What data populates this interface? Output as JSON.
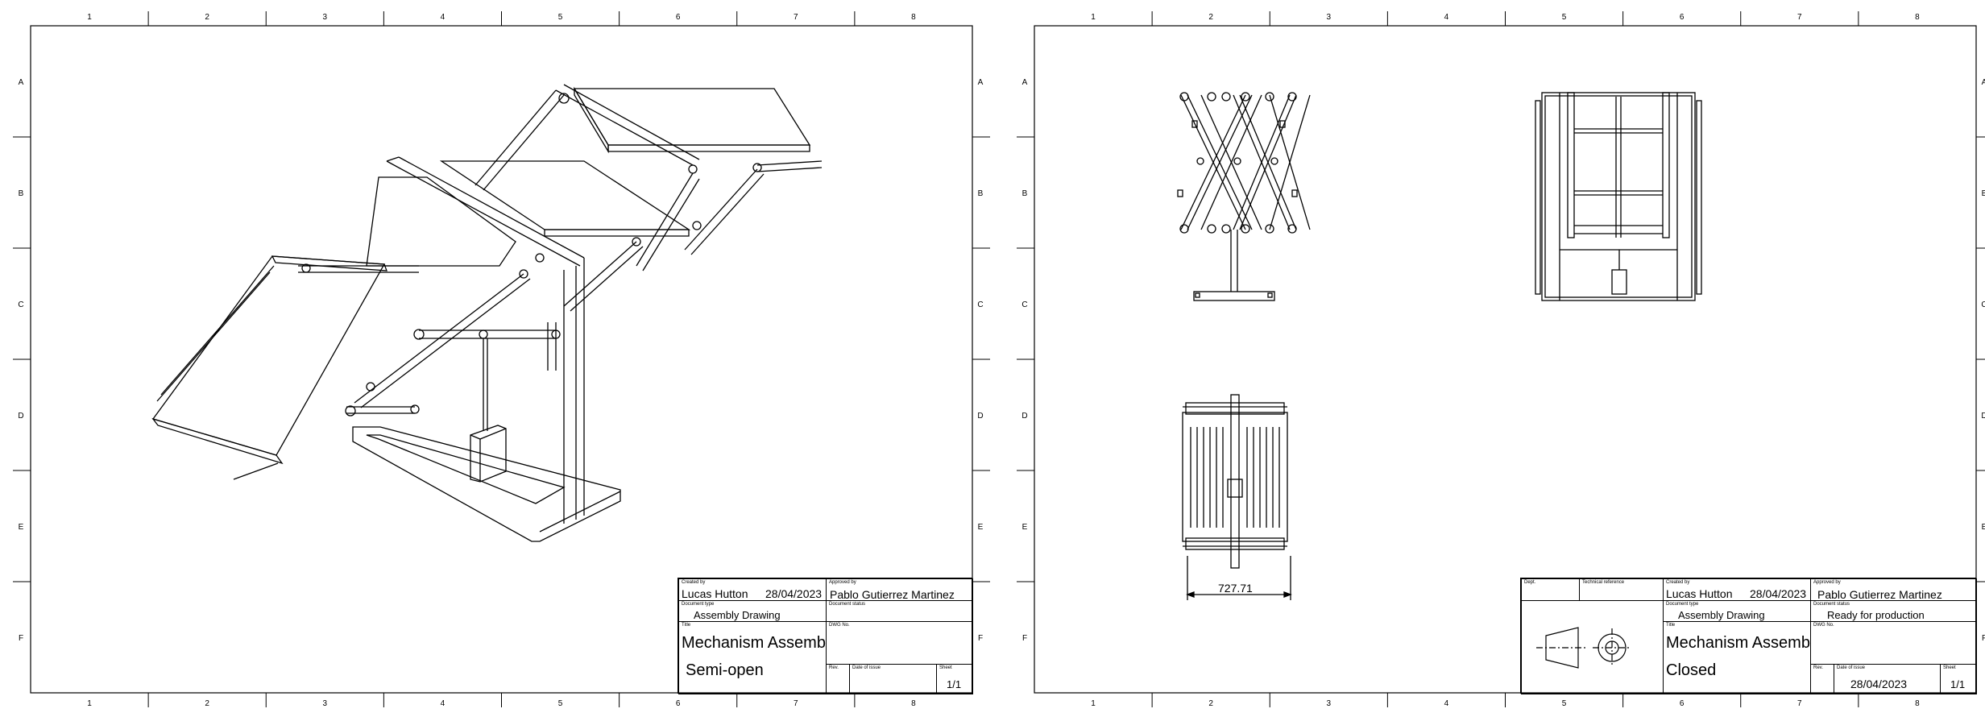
{
  "zones": {
    "columns": [
      "1",
      "2",
      "3",
      "4",
      "5",
      "6",
      "7",
      "8"
    ],
    "rows": [
      "A",
      "B",
      "C",
      "D",
      "E",
      "F"
    ]
  },
  "labels": {
    "created_by": "Created by",
    "approved_by": "Approved by",
    "document_type": "Document type",
    "document_status": "Document status",
    "title": "Title",
    "dwg_no": "DWG No.",
    "rev": "Rev.",
    "date_of_issue": "Date of issue",
    "sheet": "Sheet",
    "dept": "Dept.",
    "technical_reference": "Technical reference"
  },
  "sheet1": {
    "created_by": "Lucas Hutton",
    "created_date": "28/04/2023",
    "approved_by": "Pablo Gutierrez Martinez",
    "document_type": "Assembly Drawing",
    "document_status": "",
    "title_line1": "Mechanism Assembly",
    "title_line2": "Semi-open",
    "date_of_issue": "",
    "sheet": "1/1"
  },
  "sheet2": {
    "created_by": "Lucas Hutton",
    "created_date": "28/04/2023",
    "approved_by": "Pablo Gutierrez Martinez",
    "document_type": "Assembly Drawing",
    "document_status": "Ready for production",
    "title_line1": "Mechanism Assembly",
    "title_line2": "Closed",
    "date_of_issue": "28/04/2023",
    "sheet": "1/1",
    "dimension": "727.71"
  }
}
